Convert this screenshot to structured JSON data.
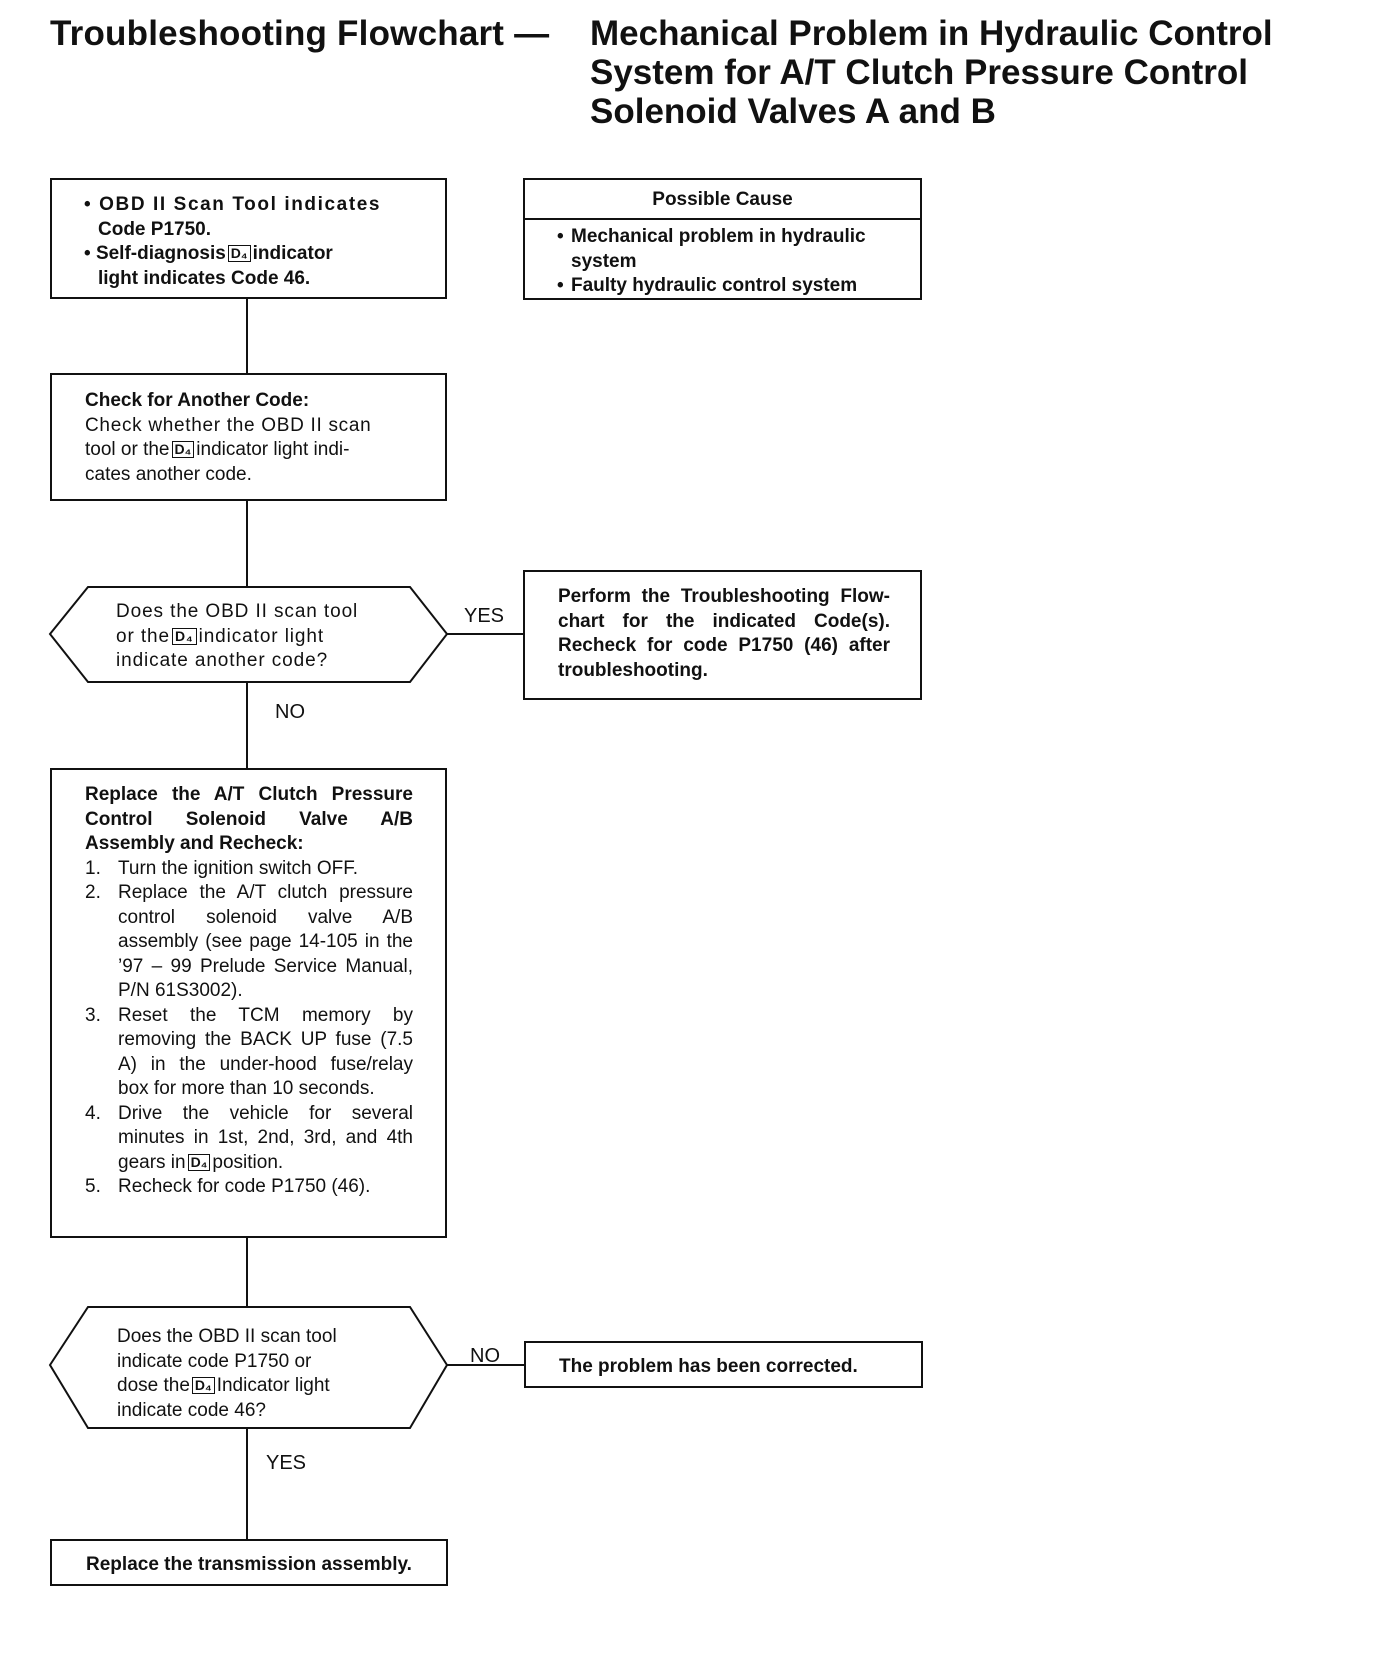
{
  "title": {
    "left": "Troubleshooting Flowchart —",
    "right_lines": [
      "Mechanical Problem in Hydraulic Control",
      "System for A/T Clutch Pressure Control",
      "Solenoid Valves A and B"
    ]
  },
  "d4_symbol": "D₄",
  "start": {
    "line1": "OBD II Scan Tool indicates",
    "line2": "Code P1750.",
    "line3a": "Self-diagnosis",
    "line3b": "indicator",
    "line4": "light indicates Code 46."
  },
  "possible_cause": {
    "heading": "Possible Cause",
    "item1": "Mechanical problem in hydraulic system",
    "item2": "Faulty hydraulic control system"
  },
  "check_code": {
    "heading": "Check for Another Code:",
    "line1": "Check whether the OBD II scan",
    "line2a": "tool or the",
    "line2b": "indicator light indi-",
    "line3": "cates another code."
  },
  "decision1": {
    "line1": "Does the OBD II scan tool",
    "line2a": "or the",
    "line2b": "indicator light",
    "line3": "indicate another code?",
    "yes_label": "YES",
    "no_label": "NO"
  },
  "perform": {
    "text": "Perform the Troubleshooting Flow-chart for the indicated Code(s). Recheck for code P1750 (46) after troubleshooting."
  },
  "replace_solenoid": {
    "heading": "Replace the A/T Clutch Pressure Control Solenoid Valve A/B Assembly and Recheck:",
    "steps": [
      {
        "num": "1.",
        "text": "Turn the ignition switch OFF."
      },
      {
        "num": "2.",
        "text": "Replace the A/T clutch pressure control solenoid valve A/B assembly (see page 14-105 in the ’97 – 99 Prelude Service Manual, P/N 61S3002)."
      },
      {
        "num": "3.",
        "text": "Reset the TCM memory by removing the BACK UP fuse (7.5 A) in the under-hood fuse/relay box for more than 10 seconds."
      },
      {
        "num": "4.",
        "text_a": "Drive the vehicle for several minutes in 1st, 2nd, 3rd, and 4th gears in",
        "text_b": "position."
      },
      {
        "num": "5.",
        "text": "Recheck for code P1750 (46)."
      }
    ]
  },
  "decision2": {
    "line1": "Does the OBD II scan tool",
    "line2": "indicate code P1750 or",
    "line3a": "dose the",
    "line3b": "Indicator light",
    "line4": "indicate code 46?",
    "no_label": "NO",
    "yes_label": "YES"
  },
  "corrected": {
    "text": "The problem has been corrected."
  },
  "replace_trans": {
    "text": "Replace the transmission assembly."
  }
}
